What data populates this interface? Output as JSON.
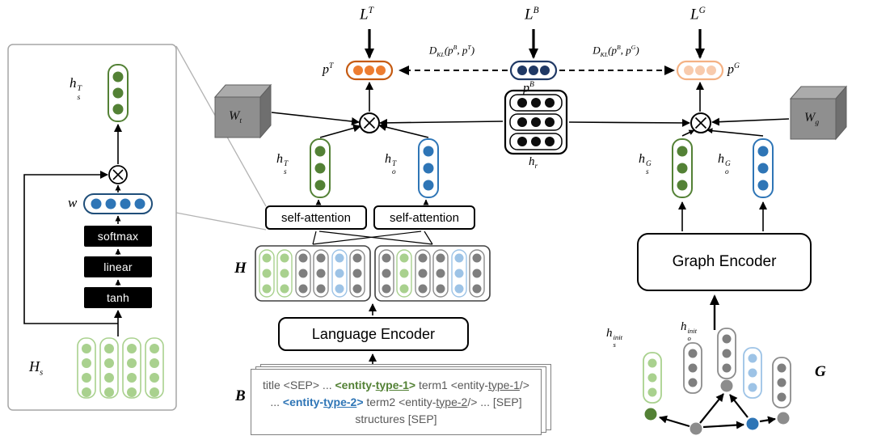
{
  "figure": {
    "description": "Tri-branch architecture: language encoder with self-attention pooling, graph encoder, and KL-distillation between prediction distributions"
  },
  "colors": {
    "dark_green": "#538135",
    "light_green": "#a9d18e",
    "blue": "#2e75b6",
    "light_blue": "#9dc3e6",
    "navy": "#1f3864",
    "orange": "#ed7d31",
    "dark_orange": "#c55a11",
    "light_orange": "#f8cbad",
    "light_orange_border": "#f4b183",
    "gray": "#7f7f7f",
    "cube_gray": "#8f8f8f",
    "black": "#000000"
  },
  "losses": {
    "t": {
      "base": "L",
      "sup": "T"
    },
    "b": {
      "base": "L",
      "sup": "B"
    },
    "g": {
      "base": "L",
      "sup": "G"
    }
  },
  "probs": {
    "t": {
      "base": "p",
      "sup": "T"
    },
    "b": {
      "base": "p",
      "sup": "B"
    },
    "g": {
      "base": "p",
      "sup": "G"
    }
  },
  "kl": {
    "bt": {
      "d": "D",
      "sub": "KL",
      "open": "(p",
      "sup1": "B",
      "mid": ", p",
      "sup2": "T",
      "close": ")"
    },
    "bg": {
      "d": "D",
      "sub": "KL",
      "open": "(p",
      "sup1": "B",
      "mid": ", p",
      "sup2": "G",
      "close": ")"
    }
  },
  "weights": {
    "wt": {
      "base": "W",
      "sub": "t"
    },
    "wg": {
      "base": "W",
      "sub": "g"
    }
  },
  "vectors": {
    "hr": {
      "base": "h",
      "sub": "r"
    },
    "hsT": {
      "base": "h",
      "up": "T",
      "dn": "s"
    },
    "hoT": {
      "base": "h",
      "up": "T",
      "dn": "o"
    },
    "hsG": {
      "base": "h",
      "up": "G",
      "dn": "s"
    },
    "hoG": {
      "base": "h",
      "up": "G",
      "dn": "o"
    },
    "hsInit": {
      "base": "h",
      "up": "init",
      "dn": "s"
    },
    "hoInit": {
      "base": "h",
      "up": "init",
      "dn": "o"
    },
    "w": "w",
    "H": "H",
    "Hs": {
      "base": "H",
      "sub": "s"
    },
    "B": "B",
    "G": "G"
  },
  "ops": {
    "softmax": "softmax",
    "linear": "linear",
    "tanh": "tanh"
  },
  "blocks": {
    "self_attention": "self-attention",
    "language_encoder": "Language Encoder",
    "graph_encoder": "Graph Encoder"
  },
  "b_input": {
    "line1": [
      {
        "t": "title <SEP> ... "
      },
      {
        "t": "<entity-"
      },
      {
        "t": "type-1"
      },
      {
        "t": ">"
      },
      {
        "t": " term1 "
      },
      {
        "t": "<entity-"
      },
      {
        "t": "type-1"
      },
      {
        "t": "/>"
      }
    ],
    "line2": [
      {
        "t": "... "
      },
      {
        "t": "<entity-"
      },
      {
        "t": "type-2"
      },
      {
        "t": ">"
      },
      {
        "t": " term2 "
      },
      {
        "t": "<entity-"
      },
      {
        "t": "type-2"
      },
      {
        "t": "/>"
      },
      {
        "t": " ... [SEP]"
      }
    ],
    "line3": [
      {
        "t": "structures [SEP]"
      }
    ]
  }
}
